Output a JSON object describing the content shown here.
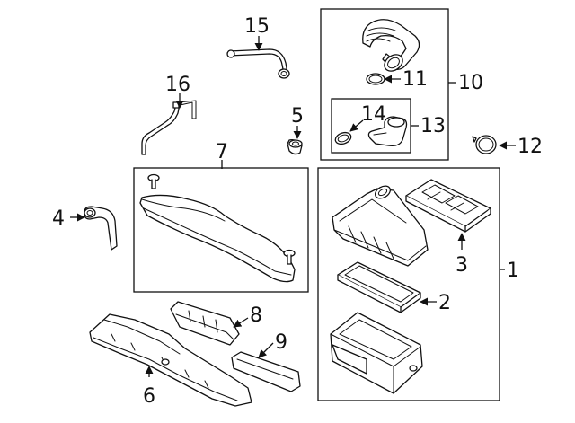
{
  "diagram": {
    "kind": "exploded-parts-view",
    "callouts": [
      {
        "id": "1",
        "label": "1",
        "part": "air-cleaner-assembly"
      },
      {
        "id": "2",
        "label": "2",
        "part": "filter-element"
      },
      {
        "id": "3",
        "label": "3",
        "part": "cover-insert"
      },
      {
        "id": "4",
        "label": "4",
        "part": "hose"
      },
      {
        "id": "5",
        "label": "5",
        "part": "grommet"
      },
      {
        "id": "6",
        "label": "6",
        "part": "intake-duct"
      },
      {
        "id": "7",
        "label": "7",
        "part": "resonator-assembly"
      },
      {
        "id": "8",
        "label": "8",
        "part": "duct-connector"
      },
      {
        "id": "9",
        "label": "9",
        "part": "seal"
      },
      {
        "id": "10",
        "label": "10",
        "part": "outlet-hose-assembly"
      },
      {
        "id": "11",
        "label": "11",
        "part": "clamp"
      },
      {
        "id": "12",
        "label": "12",
        "part": "clamp"
      },
      {
        "id": "13",
        "label": "13",
        "part": "elbow-assembly"
      },
      {
        "id": "14",
        "label": "14",
        "part": "clamp"
      },
      {
        "id": "15",
        "label": "15",
        "part": "breather-hose"
      },
      {
        "id": "16",
        "label": "16",
        "part": "vent-line"
      }
    ]
  }
}
